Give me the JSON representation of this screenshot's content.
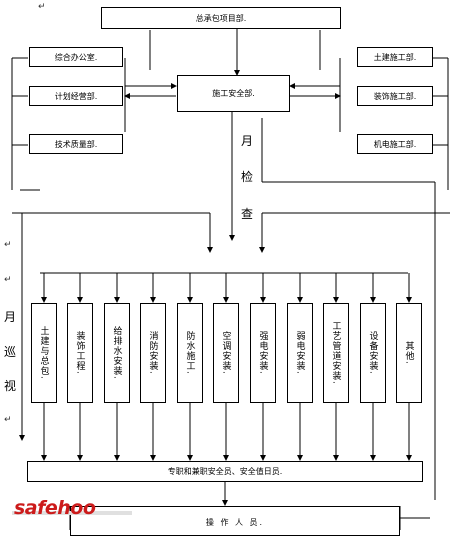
{
  "top_box": "总承包项目部.",
  "center_box": "施工安全部.",
  "left_depts": [
    "综合办公室.",
    "计划经营部.",
    "技术质量部."
  ],
  "right_depts": [
    "土建施工部.",
    "装饰施工部.",
    "机电施工部."
  ],
  "monthly_check": [
    "月",
    "检",
    "查"
  ],
  "monthly_patrol": [
    "月",
    "巡",
    "视"
  ],
  "teams": [
    "土建与总包.",
    "装饰工程.",
    "给排水安装.",
    "消防安装.",
    "防水施工.",
    "空调安装.",
    "强电安装.",
    "弱电安装.",
    "工艺管道安装.",
    "设备安装.",
    "其他."
  ],
  "safety_staff_box": "专职和兼职安全员、安全值日员.",
  "operators_box": "操 作 人 员.",
  "logo_text": "safehoo",
  "paragraph_mark": "↵"
}
